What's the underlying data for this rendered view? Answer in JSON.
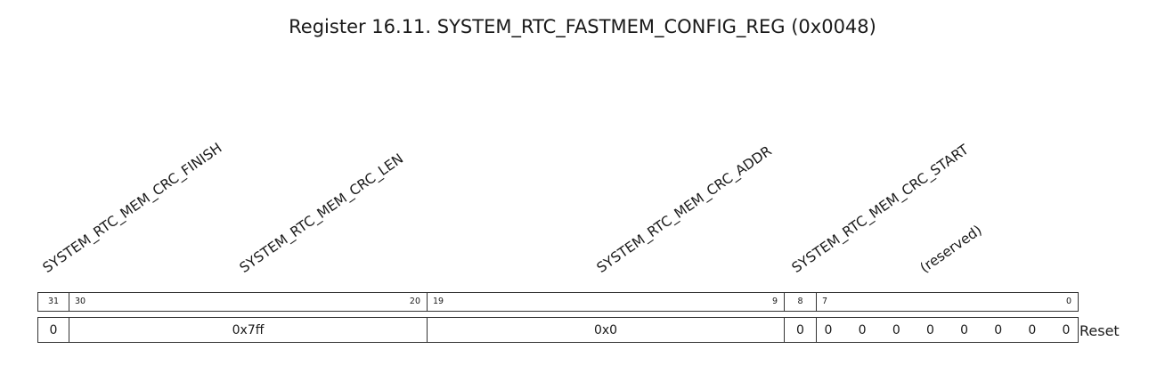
{
  "title": "Register 16.11. SYSTEM_RTC_FASTMEM_CONFIG_REG (0x0048)",
  "field_labels": {
    "crc_finish": "SYSTEM_RTC_MEM_CRC_FINISH",
    "crc_len": "SYSTEM_RTC_MEM_CRC_LEN",
    "crc_addr": "SYSTEM_RTC_MEM_CRC_ADDR",
    "crc_start": "SYSTEM_RTC_MEM_CRC_START",
    "reserved": "(reserved)"
  },
  "bit_positions": {
    "b31": "31",
    "b30": "30",
    "b20": "20",
    "b19": "19",
    "b9": "9",
    "b8": "8",
    "b7": "7",
    "b0": "0"
  },
  "reset_values": {
    "crc_finish": "0",
    "crc_len": "0x7ff",
    "crc_addr": "0x0",
    "crc_start": "0",
    "reserved_bits": [
      "0",
      "0",
      "0",
      "0",
      "0",
      "0",
      "0",
      "0"
    ]
  },
  "reset_label": "Reset"
}
